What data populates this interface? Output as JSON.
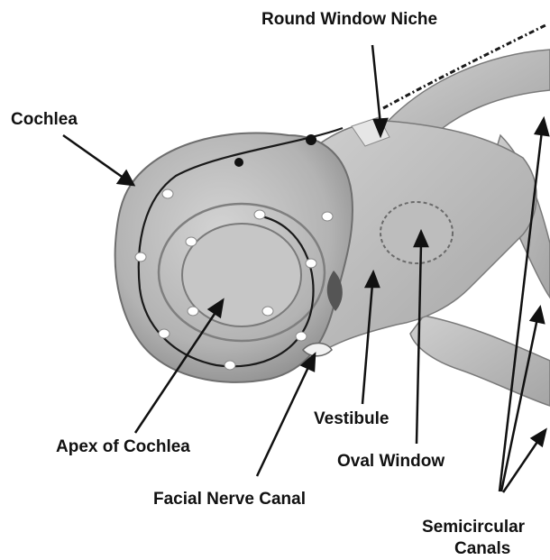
{
  "labels": {
    "round_window_niche": "Round Window Niche",
    "cochlea": "Cochlea",
    "vestibule": "Vestibule",
    "apex_of_cochlea": "Apex of Cochlea",
    "oval_window": "Oval Window",
    "facial_nerve_canal": "Facial Nerve Canal",
    "semicircular_line1": "Semicircular",
    "semicircular_line2": "Canals"
  },
  "colors": {
    "background": "#ffffff",
    "surface": "#b8b8b8",
    "surface_dark": "#8c8c8c",
    "label": "#111111",
    "electrode": "#1a1a1a"
  }
}
